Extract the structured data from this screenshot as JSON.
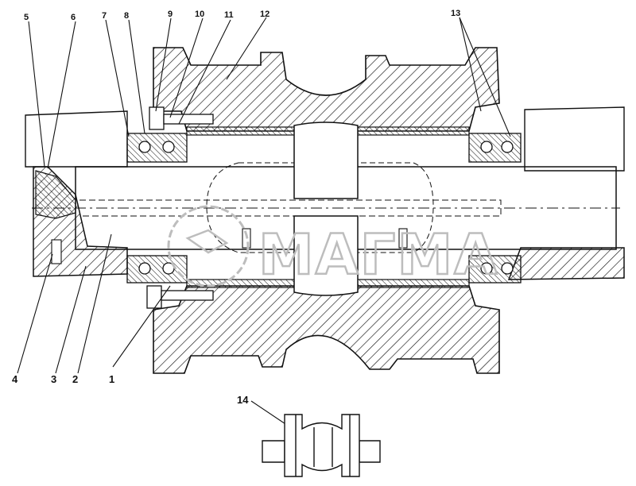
{
  "callouts": {
    "c1": "1",
    "c2": "2",
    "c3": "3",
    "c4": "4",
    "c5": "5",
    "c6": "6",
    "c7": "7",
    "c8": "8",
    "c9": "9",
    "c10": "10",
    "c11": "11",
    "c12": "12",
    "c13": "13",
    "c14": "14"
  },
  "watermark": "МАГМА",
  "colors": {
    "ink": "#111111",
    "watermark": "#bdbdbd",
    "background": "#ffffff"
  }
}
